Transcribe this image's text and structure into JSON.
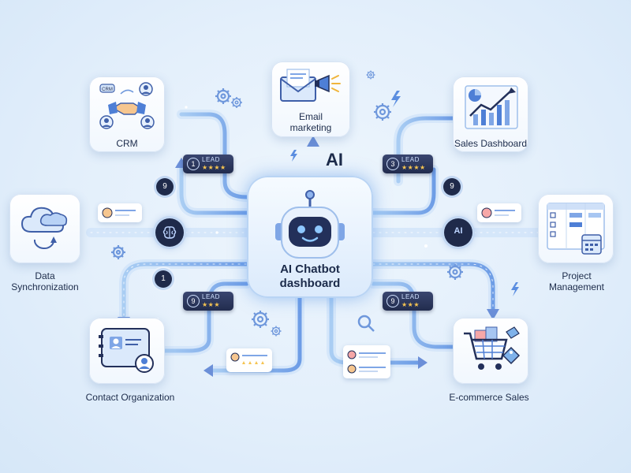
{
  "center": {
    "title_line1": "AI Chatbot",
    "title_line2": "dashboard",
    "ai_tag": "AI"
  },
  "nodes": {
    "crm": "CRM",
    "crm_icon_text": "CRM",
    "email_line1": "Email",
    "email_line2": "marketing",
    "sales_dashboard": "Sales Dashboard",
    "data_sync_line1": "Data",
    "data_sync_line2": "Synchronization",
    "project_line1": "Project",
    "project_line2": "Management",
    "contact_org": "Contact Organization",
    "ecommerce": "E-commerce Sales"
  },
  "lead_badges": [
    {
      "num": "1",
      "label": "LEAD",
      "stars": "★★★★"
    },
    {
      "num": "3",
      "label": "LEAD",
      "stars": "★★★★"
    },
    {
      "num": "9",
      "label": "LEAD",
      "stars": "★★★"
    },
    {
      "num": "9",
      "label": "LEAD",
      "stars": "★★★"
    }
  ],
  "bubbles": [
    "9",
    "9",
    "1"
  ],
  "hub_ai": "AI",
  "colors": {
    "path": "#7fb2ea",
    "path_light": "#bcd8f6",
    "arrow": "#6b8fd8",
    "dark": "#1f2a4a",
    "accent_blue": "#3f7fd9",
    "star": "#f5c451"
  },
  "icons": [
    "robot-icon",
    "handshake-icon",
    "envelope-icon",
    "megaphone-icon",
    "growth-chart-icon",
    "cloud-sync-icon",
    "kanban-board-icon",
    "contact-card-icon",
    "shopping-cart-icon",
    "brain-icon",
    "gear-icon",
    "magnifier-icon",
    "lightning-icon"
  ]
}
